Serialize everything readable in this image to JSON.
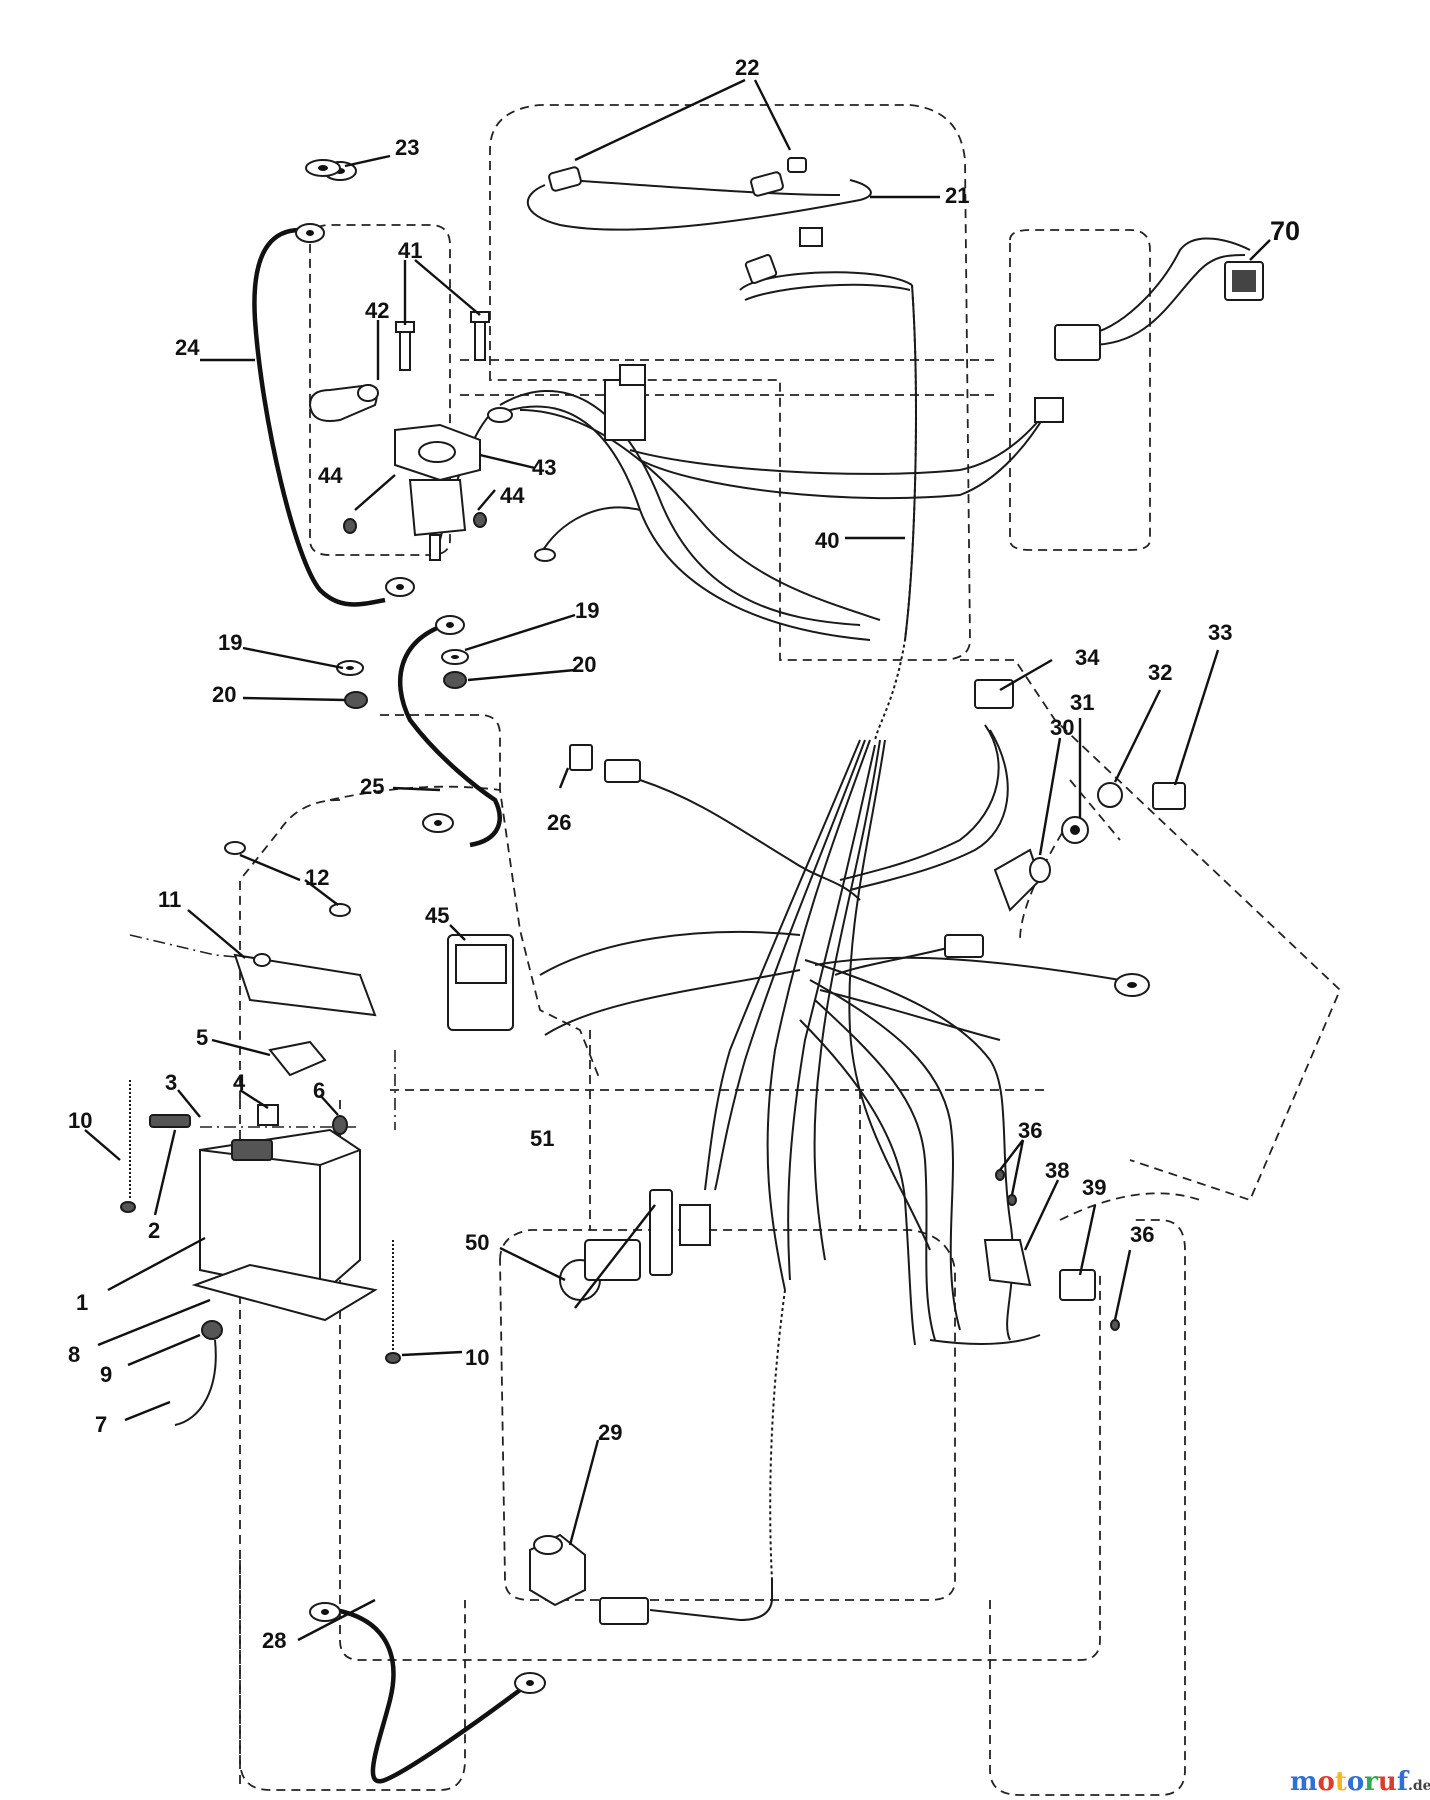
{
  "callouts": {
    "c70": "70",
    "c22": "22",
    "c21": "21",
    "c23": "23",
    "c24": "24",
    "c41": "41",
    "c42": "42",
    "c43": "43",
    "c44a": "44",
    "c44b": "44",
    "c40": "40",
    "c19a": "19",
    "c19b": "19",
    "c20a": "20",
    "c20b": "20",
    "c25": "25",
    "c26": "26",
    "c34": "34",
    "c33": "33",
    "c32": "32",
    "c31": "31",
    "c30": "30",
    "c12": "12",
    "c11": "11",
    "c45": "45",
    "c5": "5",
    "c3": "3",
    "c4": "4",
    "c6": "6",
    "c10a": "10",
    "c10b": "10",
    "c2": "2",
    "c1": "1",
    "c8": "8",
    "c9": "9",
    "c7": "7",
    "c51": "51",
    "c50": "50",
    "c36a": "36",
    "c36b": "36",
    "c38": "38",
    "c39": "39",
    "c29": "29",
    "c28": "28"
  },
  "watermark": {
    "letters": [
      "m",
      "o",
      "t",
      "o",
      "r",
      "u",
      "f"
    ],
    "colors": [
      "#2f6fd6",
      "#e03a2f",
      "#f2b824",
      "#2f6fd6",
      "#34a853",
      "#e03a2f",
      "#2f6fd6"
    ],
    "suffix": ".de"
  }
}
